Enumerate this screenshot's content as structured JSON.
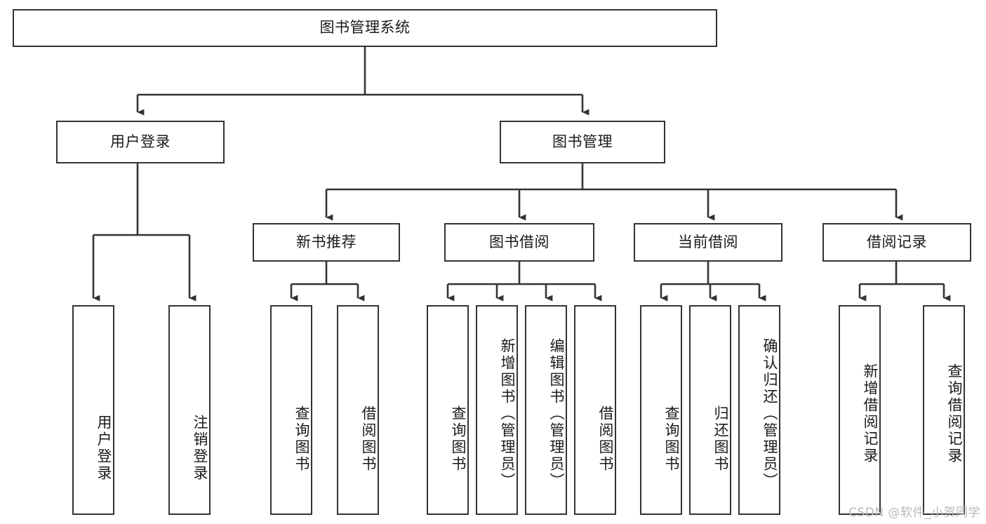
{
  "diagram": {
    "type": "tree-hierarchy-chart",
    "title": "图书管理系统",
    "colors": {
      "stroke": "#333333",
      "fill": "#ffffff",
      "text": "#1a1a1a",
      "watermark": "#b9b9b9"
    },
    "root": {
      "label": "图书管理系统"
    },
    "level2": [
      {
        "label": "用户登录"
      },
      {
        "label": "图书管理"
      }
    ],
    "level3": [
      {
        "label": "新书推荐"
      },
      {
        "label": "图书借阅"
      },
      {
        "label": "当前借阅"
      },
      {
        "label": "借阅记录"
      }
    ],
    "leaves": {
      "user_login": [
        {
          "label": "用户登录"
        },
        {
          "label": "注销登录"
        }
      ],
      "new_book_recommend": [
        {
          "label": "查询图书"
        },
        {
          "label": "借阅图书"
        }
      ],
      "book_borrow": [
        {
          "label": "查询图书"
        },
        {
          "label": "新增图书（管理员）"
        },
        {
          "label": "编辑图书（管理员）"
        },
        {
          "label": "借阅图书"
        }
      ],
      "current_borrow": [
        {
          "label": "查询图书"
        },
        {
          "label": "归还图书"
        },
        {
          "label": "确认归还（管理员）"
        }
      ],
      "borrow_record": [
        {
          "label": "新增借阅记录"
        },
        {
          "label": "查询借阅记录"
        }
      ]
    },
    "watermark": "CSDN @软件_小贺同学"
  }
}
